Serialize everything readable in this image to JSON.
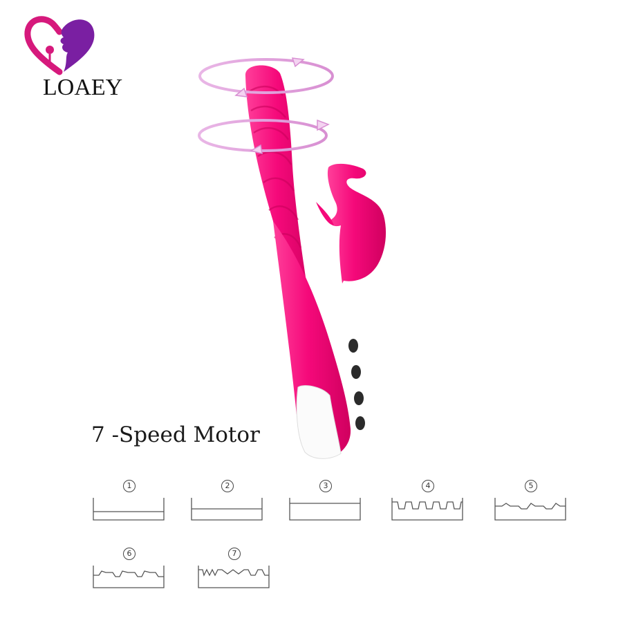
{
  "brand": {
    "name": "LOAEY",
    "colors": {
      "logo_pink": "#d6197c",
      "logo_purple": "#7a1fa2",
      "product_pink": "#f5097a",
      "rotation_ring": "#e4a5df"
    }
  },
  "product": {
    "headline": "7 -Speed Motor",
    "icons": [
      "rotation-ring-icon",
      "rotation-ring-icon"
    ]
  },
  "speed_patterns": [
    {
      "label": "1",
      "type": "flat"
    },
    {
      "label": "2",
      "type": "flat"
    },
    {
      "label": "3",
      "type": "flat"
    },
    {
      "label": "4",
      "type": "pulse"
    },
    {
      "label": "5",
      "type": "wave"
    },
    {
      "label": "6",
      "type": "burst"
    },
    {
      "label": "7",
      "type": "mixed"
    }
  ]
}
